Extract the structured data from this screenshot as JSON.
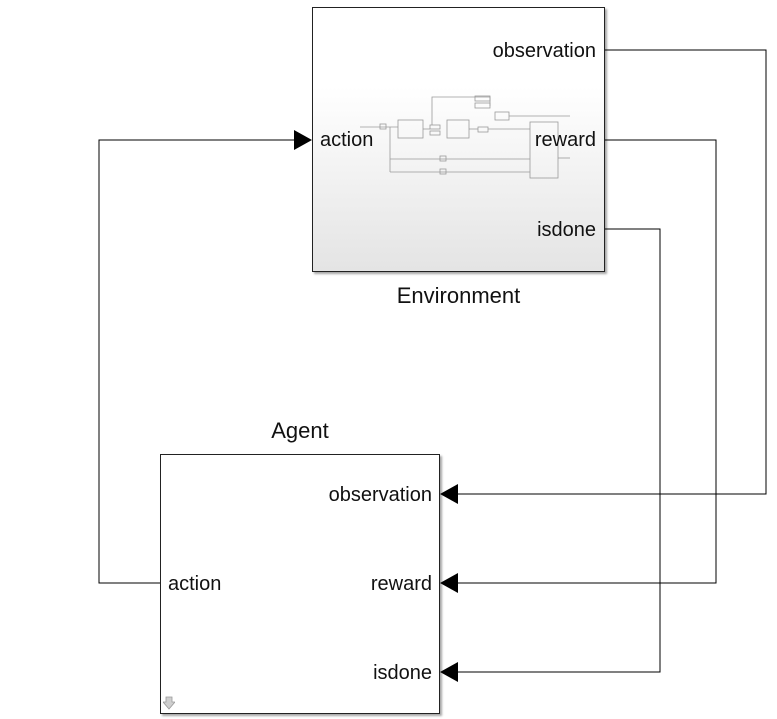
{
  "environment": {
    "title": "Environment",
    "ports": {
      "input_action": "action",
      "output_observation": "observation",
      "output_reward": "reward",
      "output_isdone": "isdone"
    }
  },
  "agent": {
    "title": "Agent",
    "ports": {
      "output_action": "action",
      "input_observation": "observation",
      "input_reward": "reward",
      "input_isdone": "isdone"
    }
  },
  "colors": {
    "line": "#000000",
    "block_border": "#222222",
    "env_gradient_bottom": "#e4e4e4"
  },
  "icons": {
    "subsystem_thumbnail": "model-preview-icon",
    "subsystem_open": "down-arrow-icon"
  }
}
